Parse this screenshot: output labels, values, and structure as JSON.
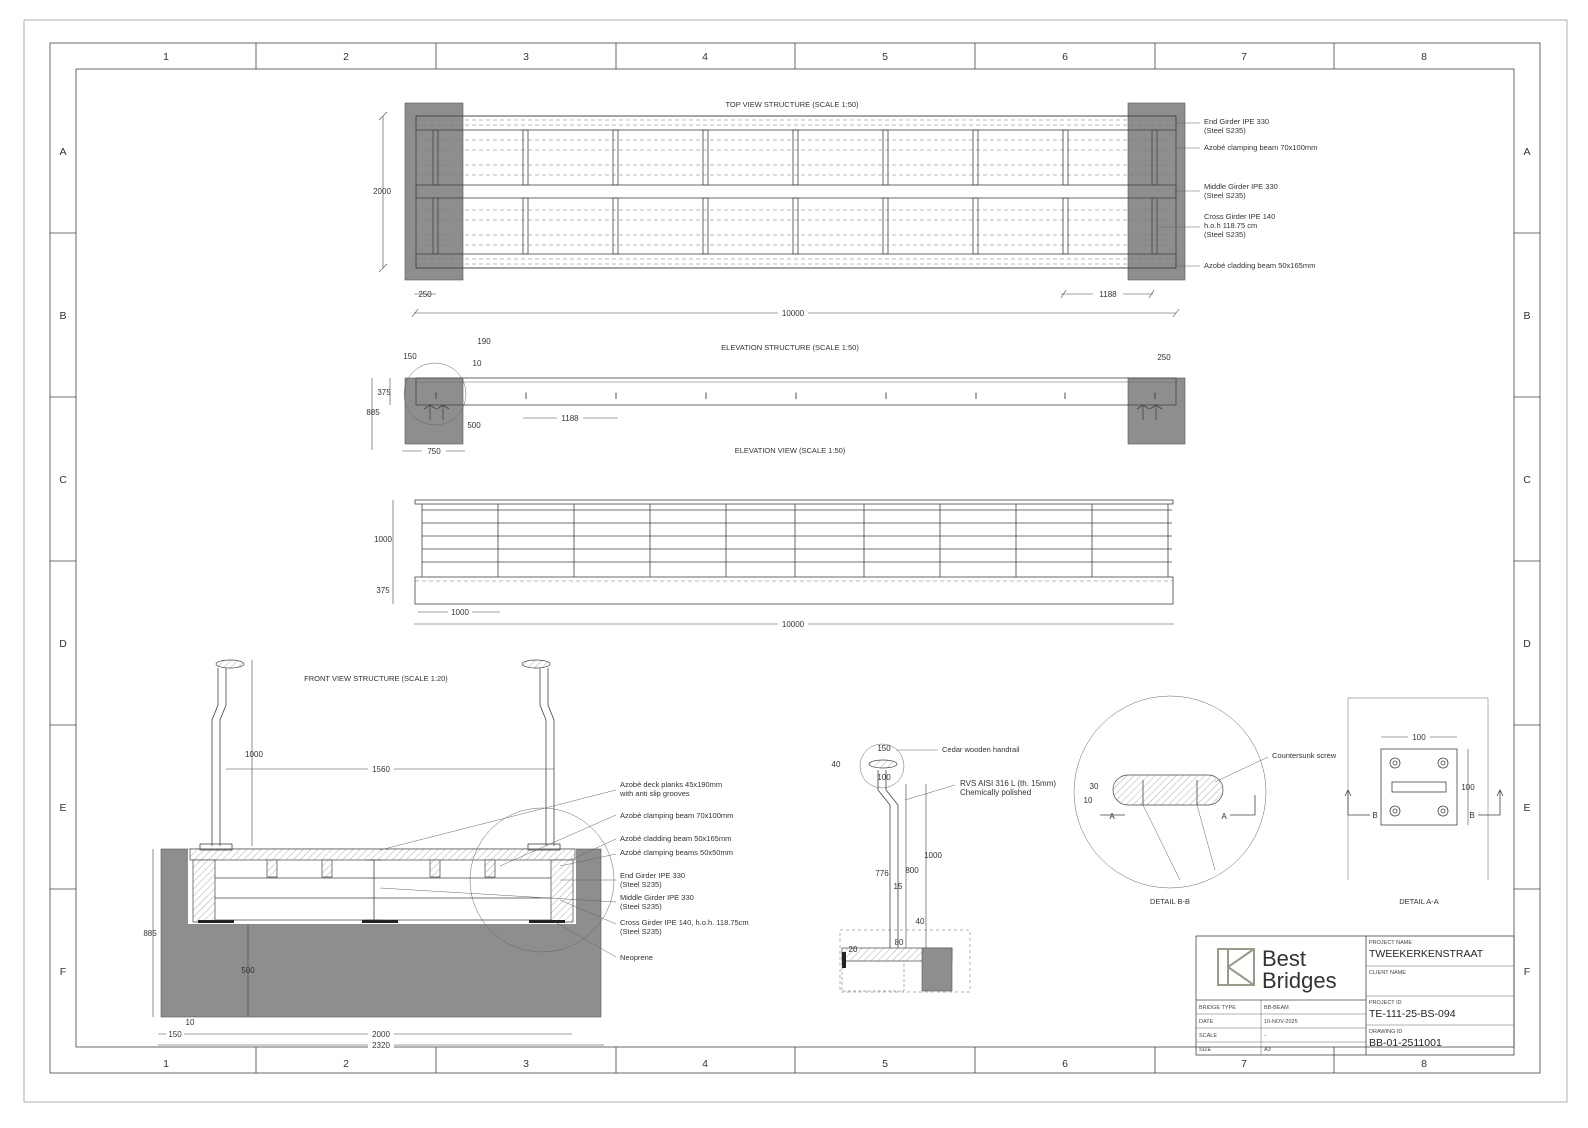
{
  "grid": {
    "columns": [
      "1",
      "2",
      "3",
      "4",
      "5",
      "6",
      "7",
      "8"
    ],
    "rows": [
      "A",
      "B",
      "C",
      "D",
      "E",
      "F"
    ]
  },
  "views": {
    "top_view": "TOP VIEW STRUCTURE (SCALE 1:50)",
    "elevation_structure": "ELEVATION STRUCTURE (SCALE 1:50)",
    "elevation_view": "ELEVATION VIEW (SCALE 1:50)",
    "front_view": "FRONT VIEW STRUCTURE (SCALE 1:20)",
    "detail_bb": "DETAIL B-B",
    "detail_aa": "DETAIL A-A"
  },
  "top_labels": {
    "end_girder_1": "End Girder IPE 330",
    "end_girder_2": "(Steel S235)",
    "clamping_beam": "Azobé clamping beam 70x100mm",
    "middle_girder_1": "Middle Girder IPE 330",
    "middle_girder_2": "(Steel S235)",
    "cross_girder_1": "Cross Girder IPE 140",
    "cross_girder_2": "h.o.h 118.75 cm",
    "cross_girder_3": "(Steel S235)",
    "cladding_beam": "Azobé cladding beam 50x165mm"
  },
  "dims": {
    "d2000": "2000",
    "d250": "250",
    "d10000": "10000",
    "d1188": "1188",
    "d190": "190",
    "d150": "150",
    "d10": "10",
    "d375": "375",
    "d885": "885",
    "d500": "500",
    "d750": "750",
    "d1000": "1000",
    "d1560": "1560",
    "d2320": "2320",
    "d40": "40",
    "d776": "776",
    "d800": "800",
    "d15": "15",
    "d20": "20",
    "d80": "80",
    "d30": "30",
    "d100": "100"
  },
  "front_labels": {
    "deck_1": "Azobé deck planks 45x190mm",
    "deck_2": "with anti slip grooves",
    "clamping": "Azobé clamping beam 70x100mm",
    "cladding": "Azobé cladding beam 50x165mm",
    "clamping_small": "Azobé clamping beams 50x50mm",
    "end_girder_1": "End Girder IPE 330",
    "end_girder_2": "(Steel S235)",
    "middle_girder_1": "Middle Girder IPE 330",
    "middle_girder_2": "(Steel S235)",
    "cross_girder_1": "Cross Girder IPE 140, h.o.h. 118.75cm",
    "cross_girder_2": "(Steel S235)",
    "neoprene": "Neoprene"
  },
  "rail_labels": {
    "handrail": "Cedar wooden handrail",
    "post_1": "RVS AISI 316 L (th. 15mm)",
    "post_2": "Chemically polished"
  },
  "detail_labels": {
    "screw": "Countersunk screw",
    "section_a": "A",
    "section_b": "B"
  },
  "title_block": {
    "logo_line1": "Best",
    "logo_line2": "Bridges",
    "project_name_label": "PROJECT NAME",
    "project_name": "TWEEKERKENSTRAAT",
    "client_name_label": "CLIENT NAME",
    "client_name": "",
    "bridge_type_label": "BRIDGE TYPE",
    "bridge_type": "BB-BEAM",
    "date_label": "DATE",
    "date": "10-NOV-2025",
    "scale_label": "SCALE",
    "scale": "-",
    "size_label": "SIZE",
    "size": "A3",
    "project_id_label": "PROJECT ID",
    "project_id": "TE-111-25-BS-094",
    "drawing_id_label": "DRAWING ID",
    "drawing_id": "BB-01-2511001"
  },
  "colors": {
    "concrete": "#8e8e8e",
    "line": "#444444"
  }
}
